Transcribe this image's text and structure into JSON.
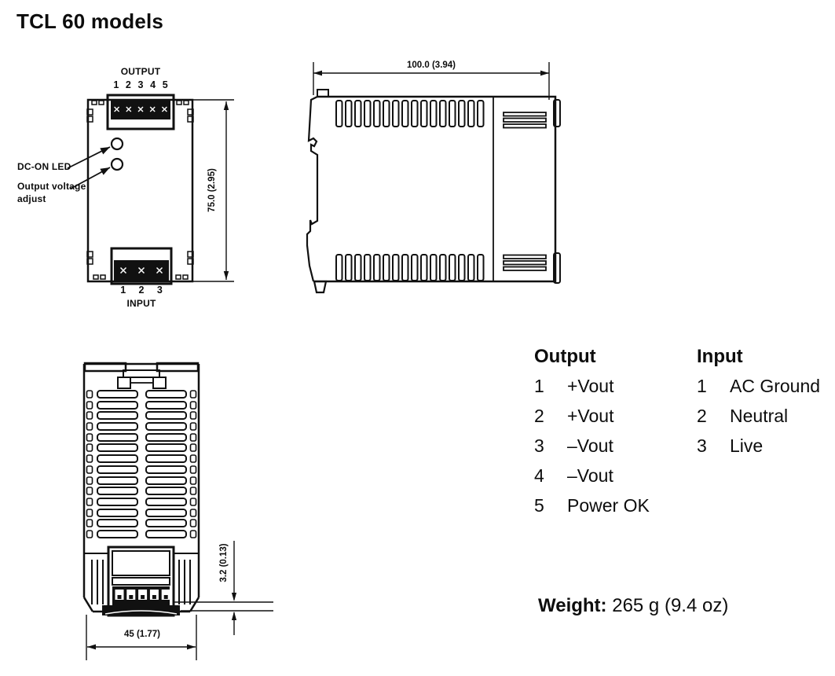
{
  "title": "TCL 60 models",
  "front_view": {
    "output_label": "OUTPUT",
    "output_pins": [
      "1",
      "2",
      "3",
      "4",
      "5"
    ],
    "led_label": "DC-ON LED",
    "adjust_label_line1": "Output voltage",
    "adjust_label_line2": "adjust",
    "height_dim": "75.0 (2.95)",
    "input_pins": [
      "1",
      "2",
      "3"
    ],
    "input_label": "INPUT"
  },
  "side_view": {
    "width_dim": "100.0 (3.94)"
  },
  "bottom_view": {
    "depth_dim": "45 (1.77)",
    "pin_length_dim": "3.2 (0.13)"
  },
  "legend": {
    "output": {
      "header": "Output",
      "items": [
        {
          "pin": "1",
          "label": "+Vout"
        },
        {
          "pin": "2",
          "label": "+Vout"
        },
        {
          "pin": "3",
          "label": "–Vout"
        },
        {
          "pin": "4",
          "label": "–Vout"
        },
        {
          "pin": "5",
          "label": "Power OK"
        }
      ]
    },
    "input": {
      "header": "Input",
      "items": [
        {
          "pin": "1",
          "label": "AC Ground"
        },
        {
          "pin": "2",
          "label": "Neutral"
        },
        {
          "pin": "3",
          "label": "Live"
        }
      ]
    }
  },
  "weight": {
    "label": "Weight:",
    "value": "265 g (9.4 oz)"
  },
  "colors": {
    "line": "#111111",
    "background": "#ffffff"
  }
}
